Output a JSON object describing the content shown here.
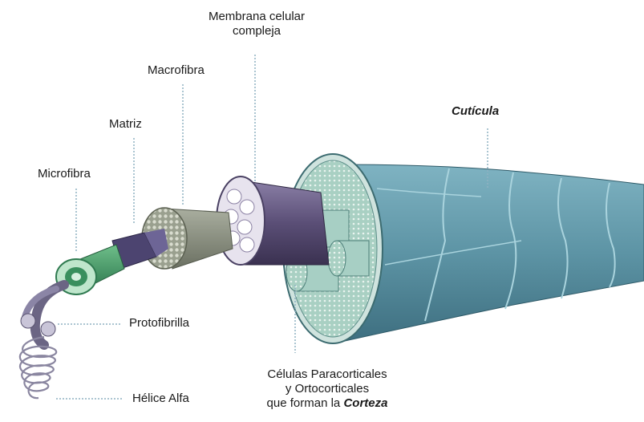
{
  "labels": {
    "membrana_line1": "Membrana celular",
    "membrana_line2": "compleja",
    "macrofibra": "Macrofibra",
    "matriz": "Matriz",
    "microfibra": "Microfibra",
    "cuticula": "Cutícula",
    "protofibrilla": "Protofibrilla",
    "helice": "Hélice Alfa",
    "celulas_line1": "Células Paracorticales",
    "celulas_line2": "y Ortocorticales",
    "celulas_line3_prefix": "que forman la",
    "celulas_line3_bold": "Corteza"
  },
  "colors": {
    "cuticle": "#5d94a5",
    "cuticle_light": "#8dc0cc",
    "cortex_face": "#7fb0a8",
    "membrane": "#5b4f77",
    "macrofibril": "#8b9181",
    "microfibril": "#4a9c6e",
    "alpha_helix": "#6b6584",
    "leader_line": "#8fb2c2"
  }
}
